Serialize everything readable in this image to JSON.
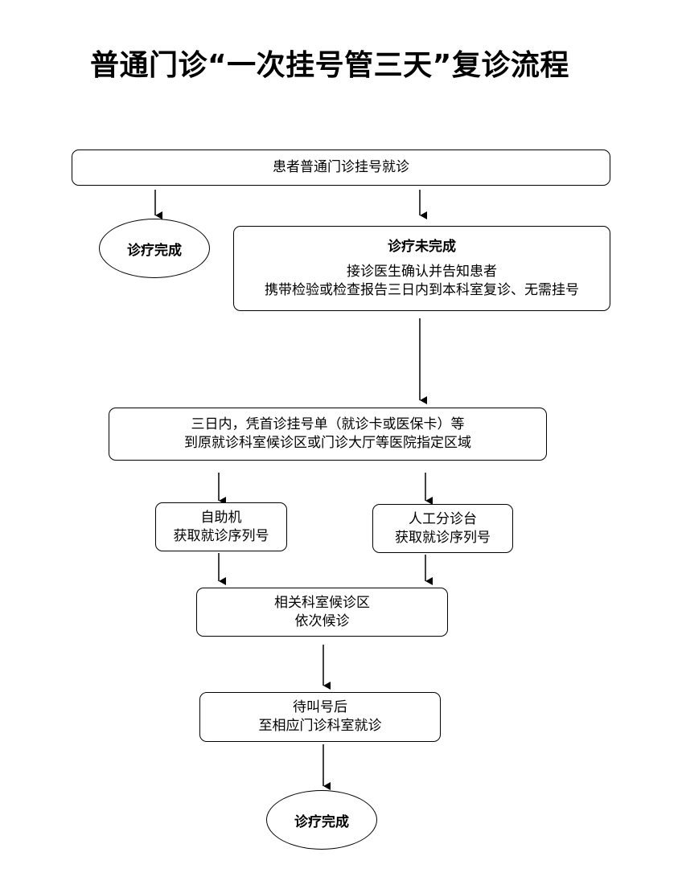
{
  "title": "普通门诊“一次挂号管三天”复诊流程",
  "nodes": {
    "start": "患者普通门诊挂号就诊",
    "done_left": "诊疗完成",
    "not_done": {
      "heading": "诊疗未完成",
      "line1": "接诊医生确认并告知患者",
      "line2": "携带检验或检查报告三日内到本科室复诊、无需挂号"
    },
    "within_three_days": {
      "line1": "三日内，凭首诊挂号单（就诊卡或医保卡）等",
      "line2": "到原就诊科室候诊区或门诊大厅等医院指定区域"
    },
    "self_service": {
      "line1": "自助机",
      "line2": "获取就诊序列号"
    },
    "manual_desk": {
      "line1": "人工分诊台",
      "line2": "获取就诊序列号"
    },
    "waiting_area": {
      "line1": "相关科室候诊区",
      "line2": "依次候诊"
    },
    "called": {
      "line1": "待叫号后",
      "line2": "至相应门诊科室就诊"
    },
    "done_final": "诊疗完成"
  }
}
